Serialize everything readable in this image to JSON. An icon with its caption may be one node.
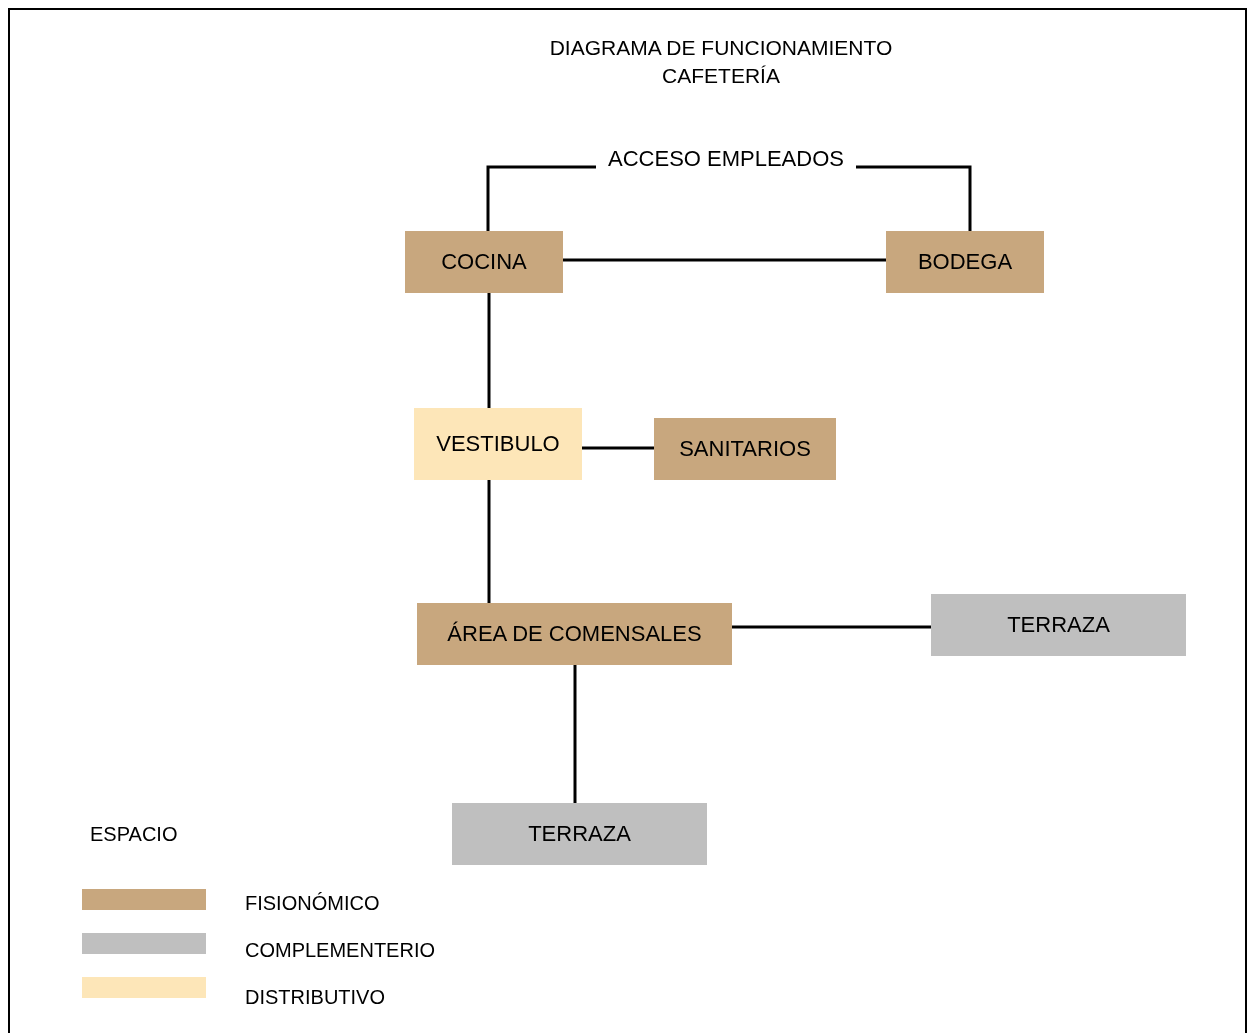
{
  "diagram": {
    "title": "DIAGRAMA DE FUNCIONAMIENTO CAFETERÍA",
    "nodes": [
      {
        "text": [
          "ACCESO EMPLEADOS"
        ]
      },
      {
        "text": [
          "COCINA"
        ]
      },
      {
        "text": [
          "BODEGA"
        ]
      },
      {
        "text": [
          "VESTIBULO"
        ]
      },
      {
        "text": [
          "SANITARIOS"
        ]
      },
      {
        "text": [
          "ÁREA DE COMENSALES"
        ]
      },
      {
        "text": [
          "TERRAZA"
        ]
      },
      {
        "text": [
          "TERRAZA"
        ]
      }
    ],
    "edges": [
      {
        "from": 0,
        "to": 1,
        "arrow": "none"
      },
      {
        "from": 0,
        "to": 2,
        "arrow": "none"
      },
      {
        "from": 1,
        "to": 2,
        "arrow": "none"
      },
      {
        "from": 1,
        "to": 3,
        "arrow": "none"
      },
      {
        "from": 3,
        "to": 4,
        "arrow": "none"
      },
      {
        "from": 3,
        "to": 5,
        "arrow": "none"
      },
      {
        "from": 5,
        "to": 6,
        "arrow": "none"
      },
      {
        "from": 5,
        "to": 7,
        "arrow": "none"
      }
    ],
    "labels": [
      "ESPACIO"
    ],
    "legend": [
      {
        "text": "FISIONÓMICO",
        "color": "#c8a77e"
      },
      {
        "text": "COMPLEMENTERIO",
        "color": "#bfbfbf"
      },
      {
        "text": "DISTRIBUTIVO",
        "color": "#fde6b8"
      }
    ]
  }
}
